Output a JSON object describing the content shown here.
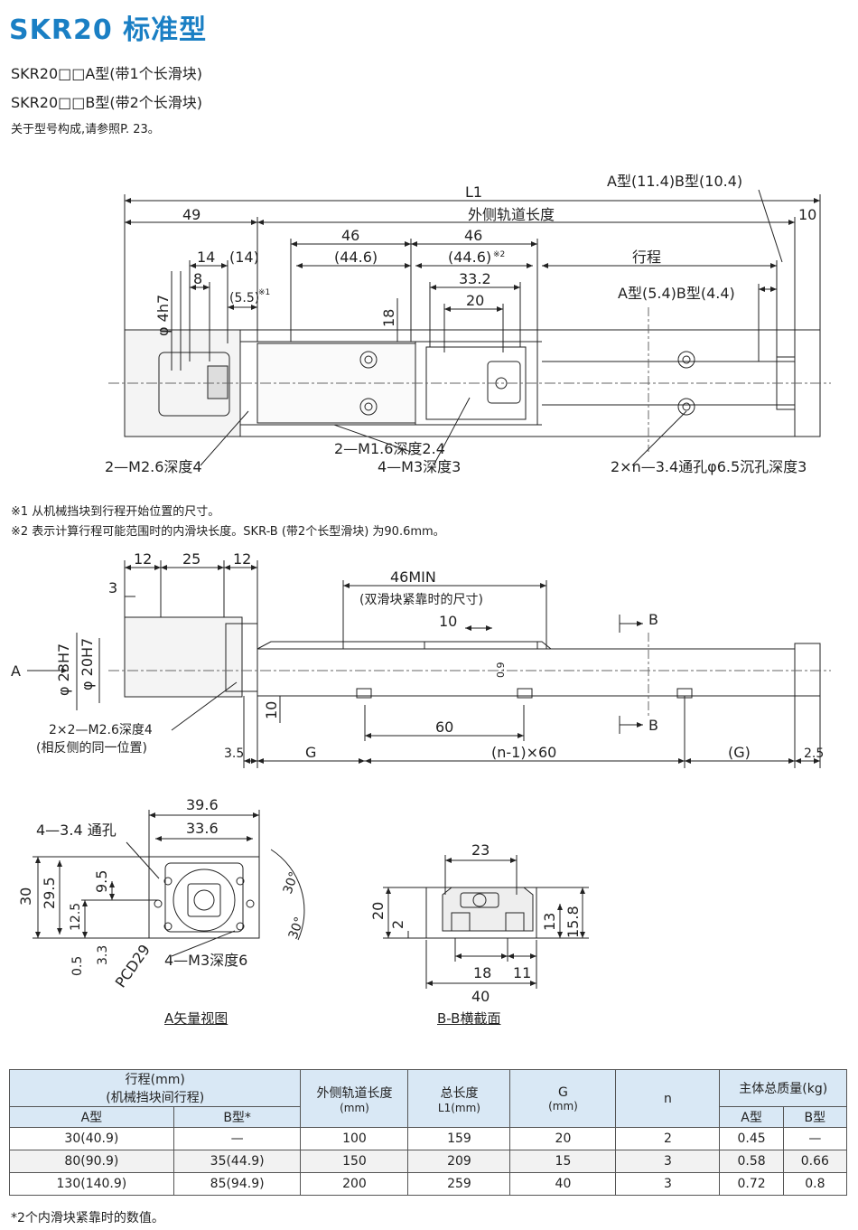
{
  "header": {
    "title": "SKR20 标准型",
    "line_a": "SKR20□□A型(带1个长滑块)",
    "line_b": "SKR20□□B型(带2个长滑块)",
    "ref": "关于型号构成,请参照P. 23。"
  },
  "top_view": {
    "l1": "L1",
    "outer_len": "外侧轨道长度",
    "d49": "49",
    "d10": "10",
    "ab_top": "A型(11.4)B型(10.4)",
    "d46a": "46",
    "d46b": "46",
    "d446a": "(44.6)",
    "d446b": "(44.6)",
    "note2": "※2",
    "d14": "14",
    "d14p": "(14)",
    "d8": "8",
    "d55": "(5.5)",
    "note1": "※1",
    "d332": "33.2",
    "d20": "20",
    "stroke": "行程",
    "ab_mid": "A型(5.4)B型(4.4)",
    "phi4": "φ 4h7",
    "d18": "18",
    "m16": "2—M1.6深度2.4",
    "m26": "2—M2.6深度4",
    "m3": "4—M3深度3",
    "holes": "2×n—3.4通孔φ6.5沉孔深度3"
  },
  "notes": {
    "n1": "※1  从机械挡块到行程开始位置的尺寸。",
    "n2": "※2  表示计算行程可能范围时的内滑块长度。SKR-B (带2个长型滑块) 为90.6mm。"
  },
  "side_view": {
    "d12a": "12",
    "d25": "25",
    "d12b": "12",
    "d3": "3",
    "d46min": "46MIN",
    "dbl": "(双滑块紧靠时的尺寸)",
    "d10top": "10",
    "b1": "B",
    "b2": "B",
    "a": "A",
    "phi23": "φ 23H7",
    "phi20": "φ 20H7",
    "d09": "0.9",
    "d10v": "10",
    "d60": "60",
    "m26x": "2×2—M2.6深度4",
    "same": "(相反侧的同一位置)",
    "d35": "3.5",
    "g": "G",
    "n60": "(n-1)×60",
    "gp": "(G)",
    "d25r": "2.5"
  },
  "view_a": {
    "d396": "39.6",
    "d336": "33.6",
    "hole": "4—3.4 通孔",
    "d30": "30",
    "d295": "29.5",
    "d95": "9.5",
    "d125": "12.5",
    "d33": "3.3",
    "d05": "0.5",
    "pcd": "PCD29",
    "m3d6": "4—M3深度6",
    "ang1": "30°",
    "ang2": "30°",
    "caption": "A矢量视图"
  },
  "view_bb": {
    "d23": "23",
    "d20": "20",
    "d2": "2",
    "d13": "13",
    "d158": "15.8",
    "d18": "18",
    "d11": "11",
    "d40": "40",
    "caption": "B-B横截面"
  },
  "table": {
    "h_stroke": "行程(mm)",
    "h_stroke2": "(机械挡块间行程)",
    "h_a": "A型",
    "h_b": "B型*",
    "h_outer": "外侧轨道长度",
    "h_outer_u": "(mm)",
    "h_total": "总长度",
    "h_total_u": "L1(mm)",
    "h_g": "G",
    "h_g_u": "(mm)",
    "h_n": "n",
    "h_mass": "主体总质量(kg)",
    "h_ma": "A型",
    "h_mb": "B型",
    "rows": [
      {
        "a": "30(40.9)",
        "b": "—",
        "outer": "100",
        "total": "159",
        "g": "20",
        "n": "2",
        "ma": "0.45",
        "mb": "—"
      },
      {
        "a": "80(90.9)",
        "b": "35(44.9)",
        "outer": "150",
        "total": "209",
        "g": "15",
        "n": "3",
        "ma": "0.58",
        "mb": "0.66"
      },
      {
        "a": "130(140.9)",
        "b": "85(94.9)",
        "outer": "200",
        "total": "259",
        "g": "40",
        "n": "3",
        "ma": "0.72",
        "mb": "0.8"
      }
    ],
    "footnote": "*2个内滑块紧靠时的数值。"
  },
  "colors": {
    "title": "#1a7fc4",
    "header_bg": "#d9e8f5"
  }
}
